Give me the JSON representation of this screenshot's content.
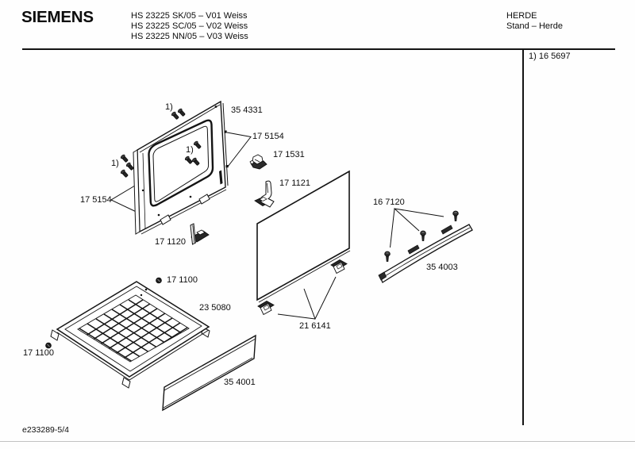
{
  "header": {
    "brand": "SIEMENS",
    "models": [
      "HS 23225 SK/05 – V01 Weiss",
      "HS 23225 SC/05 – V02 Weiss",
      "HS 23225 NN/05 – V03 Weiss"
    ],
    "category": "HERDE",
    "subcategory": "Stand – Herde"
  },
  "footnote": "1) 16 5697",
  "doc_ref": "e233289-5/4",
  "parts": [
    {
      "text": "35 4331",
      "desc": "door inner frame"
    },
    {
      "text": "17 5154",
      "desc": "fixing right"
    },
    {
      "text": "17 1531",
      "desc": "latch"
    },
    {
      "text": "17 1121",
      "desc": "hinge right"
    },
    {
      "text": "17 5154",
      "desc": "fixing left"
    },
    {
      "text": "17 1120",
      "desc": "hinge left"
    },
    {
      "text": "16 7120",
      "desc": "handle screws"
    },
    {
      "text": "35 4003",
      "desc": "door handle"
    },
    {
      "text": "17 1100",
      "desc": "screw upper"
    },
    {
      "text": "23 5080",
      "desc": "drawer tray"
    },
    {
      "text": "21 6141",
      "desc": "panel clips"
    },
    {
      "text": "17 1100",
      "desc": "screw left"
    },
    {
      "text": "35 4001",
      "desc": "drawer front panel"
    },
    {
      "text": "1)",
      "desc": "screw group marker top"
    },
    {
      "text": "1)",
      "desc": "screw group marker left"
    },
    {
      "text": "1)",
      "desc": "screw group marker center"
    }
  ]
}
